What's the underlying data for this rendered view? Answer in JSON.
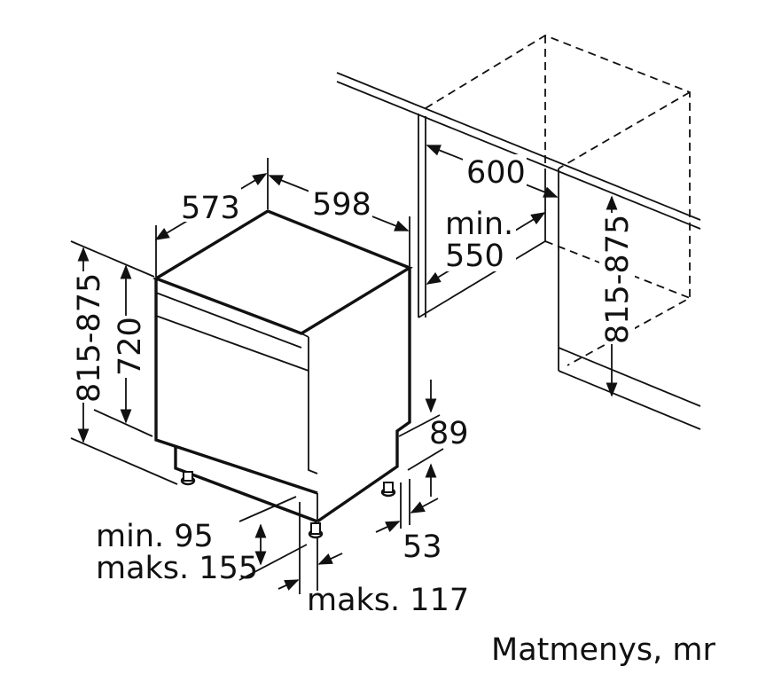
{
  "dimensions": {
    "depth": "573",
    "width": "598",
    "niche_width": "600",
    "niche_depth_line1": "min.",
    "niche_depth_line2": "550",
    "niche_height": "815-875",
    "overall_height": "815-875",
    "body_height": "720",
    "plinth_height": "89",
    "plinth_depth": "53",
    "foot_height_line1": "min. 95",
    "foot_height_line2": "maks. 155",
    "foot_depth": "maks. 117"
  },
  "caption": "Matmenys, mr"
}
